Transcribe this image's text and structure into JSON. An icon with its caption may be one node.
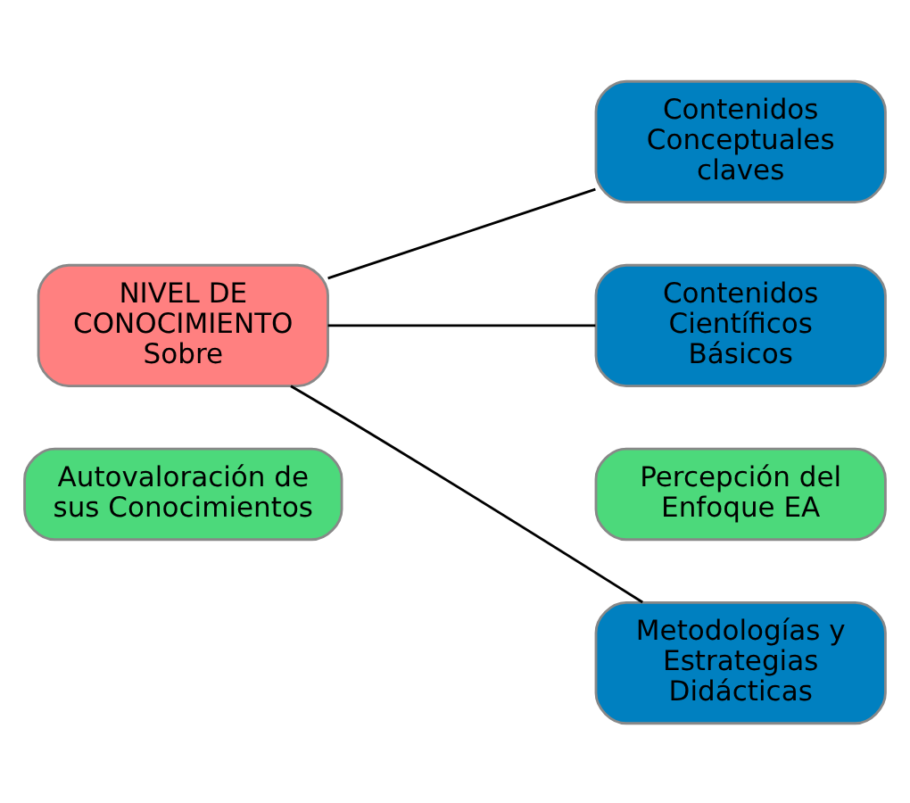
{
  "diagram": {
    "nodes": [
      {
        "text": [
          "NIVEL DE CONOCIMIENTO Sobre"
        ]
      },
      {
        "text": [
          "Contenidos Conceptuales claves"
        ]
      },
      {
        "text": [
          "Contenidos Científicos Básicos"
        ]
      },
      {
        "text": [
          "Percepción del Enfoque EA"
        ]
      },
      {
        "text": [
          "Metodologías y Estrategias Didácticas"
        ]
      },
      {
        "text": [
          "Autovaloración de sus Conocimientos"
        ]
      }
    ],
    "edges": [
      {
        "from": 0,
        "to": 1,
        "arrow": "none"
      },
      {
        "from": 0,
        "to": 2,
        "arrow": "none"
      },
      {
        "from": 0,
        "to": 4,
        "arrow": "none"
      }
    ]
  }
}
